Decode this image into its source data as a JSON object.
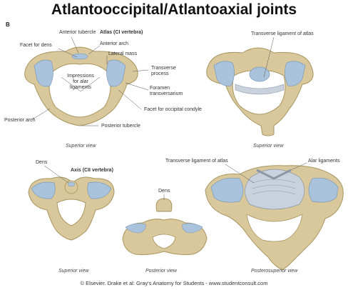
{
  "title": "Atlantooccipital/Atlantoaxial joints",
  "panel_letter": "B",
  "labels": {
    "anterior_tubercle": "Anterior tubercle",
    "atlas_title": "Atlas (CI vertebra)",
    "facet_for_dens": "Facet for dens",
    "anterior_arch": "Anterior arch",
    "lateral_mass": "Lateral mass",
    "impressions": "Impressions\nfor alar\nligaments",
    "transverse_process": "Transverse\nprocess",
    "foramen_transversarium": "Foramen\ntransversarium",
    "facet_occipital": "Facet for occipital condyle",
    "posterior_arch": "Posterior arch",
    "posterior_tubercle": "Posterior tubercle",
    "transverse_ligament_top": "Transverse ligament of atlas",
    "dens_left": "Dens",
    "axis_title": "Axis (CII vertebra)",
    "transverse_ligament_bottom": "Transverse ligament of atlas",
    "alar_ligaments": "Alar ligaments",
    "dens_middle": "Dens"
  },
  "views": {
    "superior_1": "Superior view",
    "superior_2": "Superior view",
    "superior_3": "Superior view",
    "posterior": "Posterior view",
    "posterosuperior": "Posterosuperior view"
  },
  "credit": "© Elsevier. Drake et al: Gray's Anatomy for Students - www.studentconsult.com",
  "colors": {
    "bone": "#d8c89c",
    "bone_dark": "#a8955f",
    "cartilage": "#a9c3dc",
    "ligament": "#c9d2dc"
  }
}
